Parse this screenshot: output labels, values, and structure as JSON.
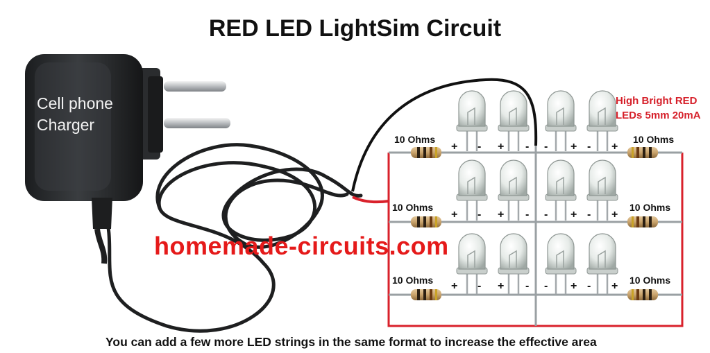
{
  "title": "RED LED LightSim Circuit",
  "charger": {
    "line1": "Cell phone",
    "line2": "Charger"
  },
  "led_label": {
    "line1": "High Bright RED",
    "line2": "LEDs 5mm 20mA"
  },
  "watermark": "homemade-circuits.com",
  "note": "You can add a few more LED strings in the same format to increase the effective area",
  "rows": [
    {
      "left_resistor": "10 Ohms",
      "right_resistor": "10 Ohms",
      "signs": [
        "+",
        "-",
        "+",
        "-",
        "-",
        "+",
        "-",
        "+"
      ]
    },
    {
      "left_resistor": "10 Ohms",
      "right_resistor": "10 Ohms",
      "signs": [
        "+",
        "-",
        "+",
        "-",
        "-",
        "+",
        "-",
        "+"
      ]
    },
    {
      "left_resistor": "10 Ohms",
      "right_resistor": "10 Ohms",
      "signs": [
        "+",
        "-",
        "+",
        "-",
        "-",
        "+",
        "-",
        "+"
      ]
    }
  ],
  "colors": {
    "positive_wire": "#d9212b",
    "negative_wire": "#111111",
    "watermark": "#e51a1a",
    "led_label": "#d6202a"
  }
}
